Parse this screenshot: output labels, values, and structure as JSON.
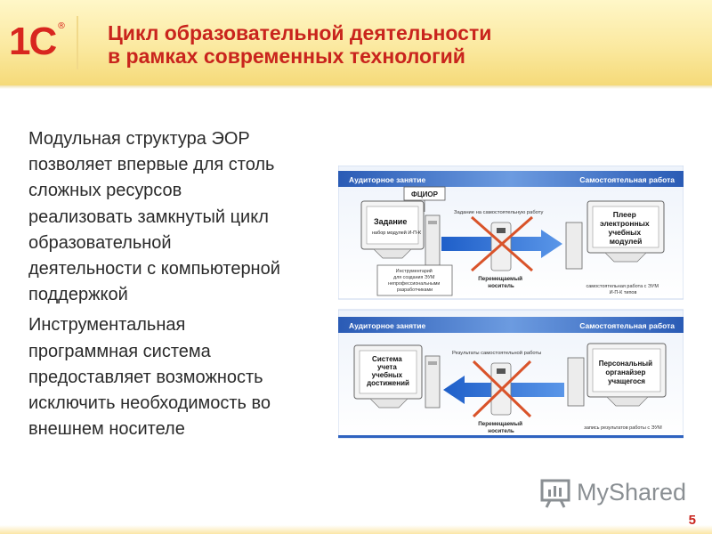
{
  "header": {
    "logo_text": "1С",
    "logo_mark": "®",
    "title_lines": [
      "Цикл образовательной деятельности",
      "в рамках современных технологий"
    ]
  },
  "body": {
    "paragraph1": [
      "Модульная структура ЭОР",
      "позволяет впервые для столь",
      "сложных ресурсов",
      "реализовать замкнутый цикл",
      "образовательной",
      "деятельности с компьютерной",
      "поддержкой"
    ],
    "paragraph2": [
      "Инструментальная",
      "программная система",
      "предоставляет возможность",
      "исключить необходимость во",
      "внешнем носителе"
    ]
  },
  "diagram": {
    "top": {
      "left_header": "Аудиторное занятие",
      "right_header": "Самостоятельная работа",
      "fcior_label": "ФЦИОР",
      "caption_task": "Задание на самостоятельную работу",
      "left_monitor_title": "Задание",
      "left_monitor_sub": "набор модулей И-П-К",
      "right_monitor_lines": [
        "Плеер",
        "электронных",
        "учебных",
        "модулей"
      ],
      "tools_lines": [
        "Инструментарий",
        "для создания ЭУМ",
        "непрофессиональными",
        "разработчиками"
      ],
      "device_lines": [
        "Перемещаемый",
        "носитель"
      ],
      "right_caption_lines": [
        "самостоятельная работа с ЭУМ",
        "И-П-К типов"
      ]
    },
    "bottom": {
      "left_header": "Аудиторное занятие",
      "right_header": "Самостоятельная работа",
      "caption_results": "Результаты самостоятельной работы",
      "left_monitor_lines": [
        "Система",
        "учета",
        "учебных",
        "достижений"
      ],
      "right_monitor_lines": [
        "Персональный",
        "органайзер",
        "учащегося"
      ],
      "device_lines": [
        "Перемещаемый",
        "носитель"
      ],
      "right_caption": "запись результатов работы с ЭУМ"
    },
    "colors": {
      "header_blue": "#2f63c0",
      "arrow_blue": "#3d7ad6",
      "cross_orange": "#d9532a"
    }
  },
  "watermark": {
    "text": "MyShared"
  },
  "page_number": "5",
  "colors": {
    "title_red": "#c9241d",
    "header_yellow": "#fbe9a0"
  }
}
